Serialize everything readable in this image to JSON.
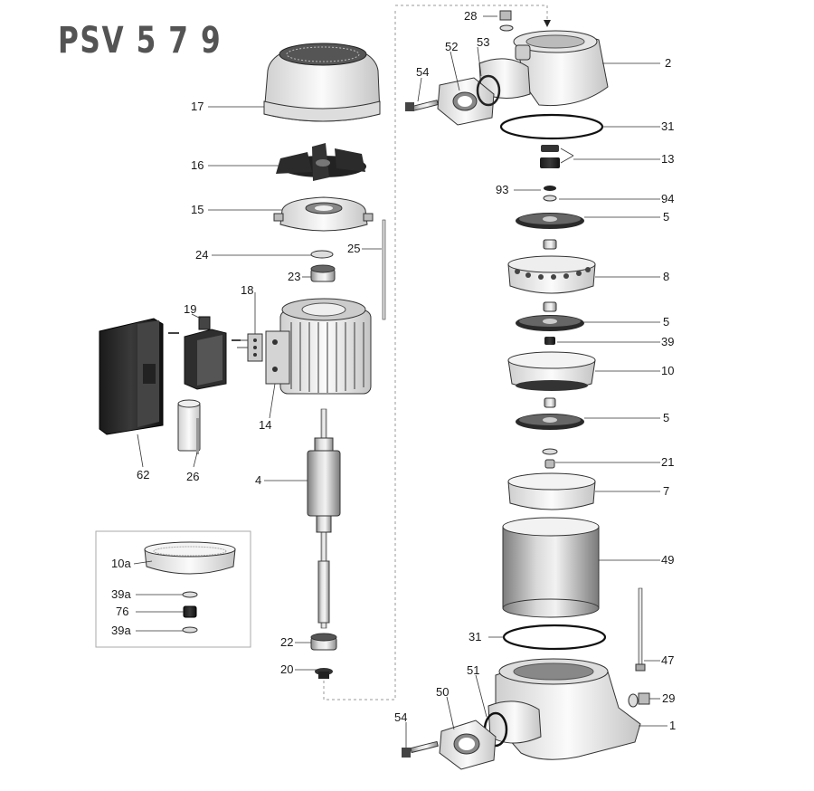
{
  "title": "PSV 5 7 9",
  "labels": {
    "l28": "28",
    "l52": "52",
    "l53": "53",
    "l54a": "54",
    "l2": "2",
    "l31a": "31",
    "l13": "13",
    "l93": "93",
    "l94": "94",
    "l5a": "5",
    "l8": "8",
    "l5b": "5",
    "l39": "39",
    "l10": "10",
    "l5c": "5",
    "l21": "21",
    "l7": "7",
    "l49": "49",
    "l31b": "31",
    "l47": "47",
    "l51": "51",
    "l50": "50",
    "l29": "29",
    "l54b": "54",
    "l1": "1",
    "l17": "17",
    "l16": "16",
    "l15": "15",
    "l24": "24",
    "l25": "25",
    "l23": "23",
    "l18": "18",
    "l19": "19",
    "l14": "14",
    "l62": "62",
    "l26": "26",
    "l4": "4",
    "l22": "22",
    "l20": "20",
    "l10a": "10a",
    "l39a1": "39a",
    "l76": "76",
    "l39a2": "39a"
  }
}
